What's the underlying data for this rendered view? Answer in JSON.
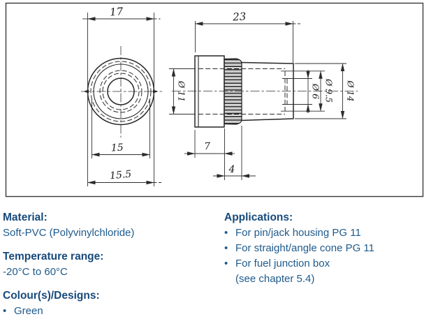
{
  "drawing": {
    "description": "Two-view technical drawing of soft-PVC sealing grommet",
    "dims": {
      "front_od": "17",
      "front_mid": "15",
      "front_outer": "15.5",
      "length": "23",
      "bore": "Ø 11",
      "hole": "Ø 6",
      "counterbore": "Ø 9.5",
      "end_od": "Ø 14",
      "flange": "7",
      "knurl": "4"
    }
  },
  "specs": {
    "bullet": "•",
    "material_label": "Material:",
    "material_value": "Soft-PVC (Polyvinylchloride)",
    "temp_label": "Temperature range:",
    "temp_value": "-20°C to 60°C",
    "colour_label": "Colour(s)/Designs:",
    "colour_items": [
      "Green"
    ],
    "applications_label": "Applications:",
    "applications_items": [
      "For pin/jack housing PG 11",
      "For straight/angle cone PG 11",
      "For fuel junction box",
      "(see chapter 5.4)"
    ]
  },
  "colors": {
    "heading_text": "#174a7b",
    "body_text": "#1e5a8c",
    "drawing_line": "#2b2b2b",
    "background": "#ffffff"
  }
}
